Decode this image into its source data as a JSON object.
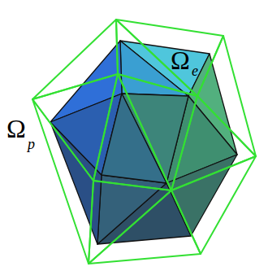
{
  "diagram": {
    "labels": [
      "Ω",
      "p",
      "Ω",
      "e"
    ]
  }
}
